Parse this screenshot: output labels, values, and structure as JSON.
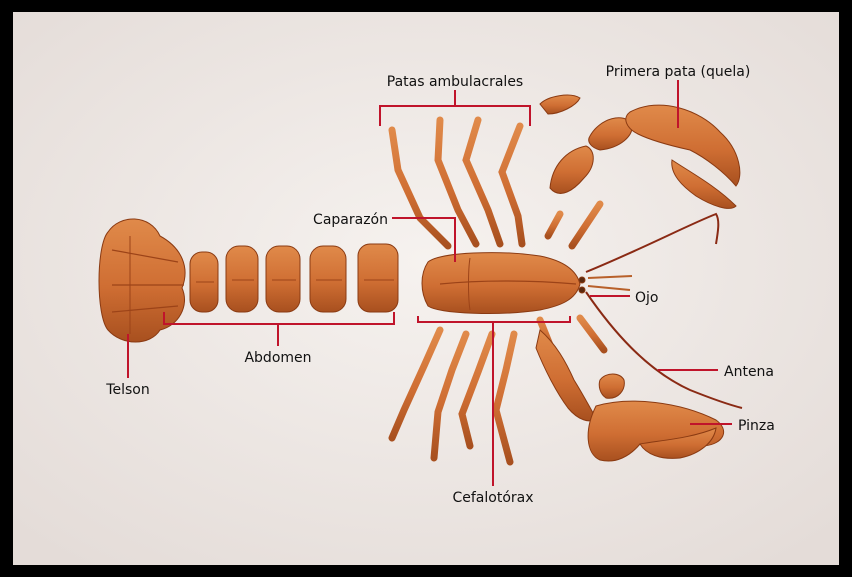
{
  "labels": {
    "patas": "Patas ambulacrales",
    "primera_pata": "Primera pata (quela)",
    "caparazon": "Caparazón",
    "ojo": "Ojo",
    "antena": "Antena",
    "pinza": "Pinza",
    "cefalotorax": "Cefalotórax",
    "abdomen": "Abdomen",
    "telson": "Telson"
  },
  "colors": {
    "frame": "#000000",
    "background": "#f1ecea",
    "leader": "#c0142b",
    "shell": "#d2743a",
    "shell_dark": "#9c4318"
  }
}
